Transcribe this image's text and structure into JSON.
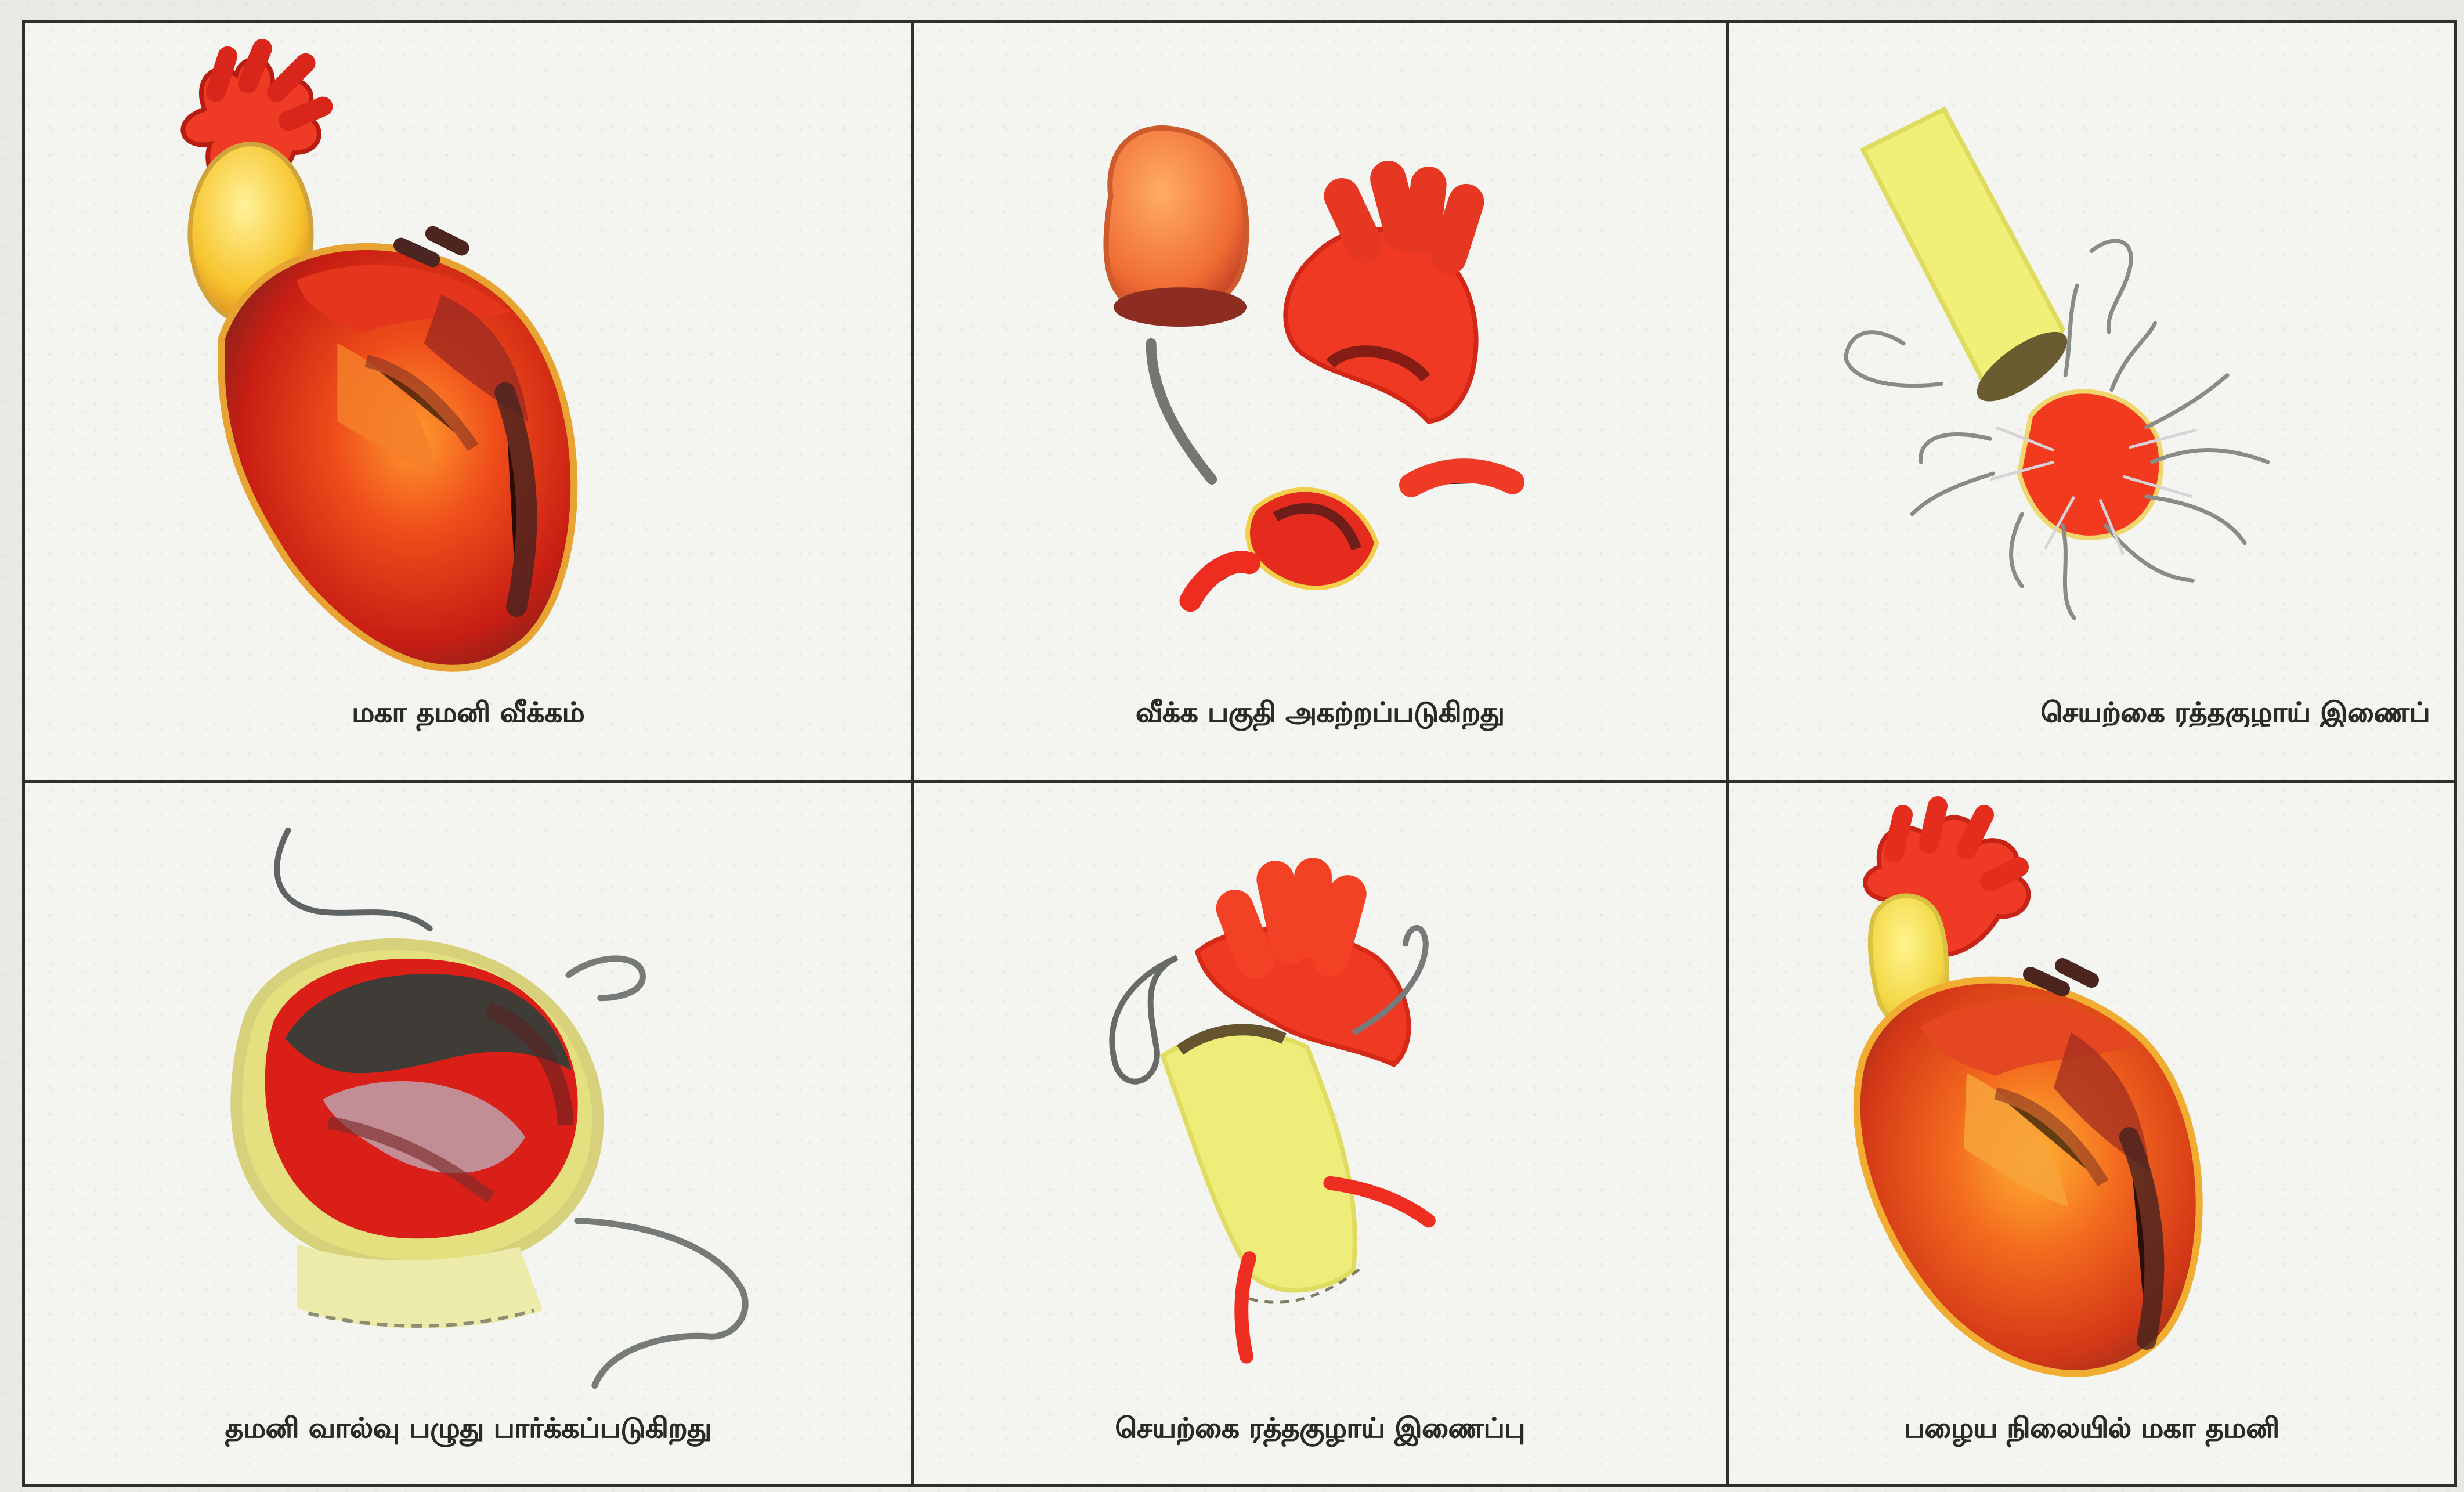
{
  "panels": [
    {
      "caption": "மகா தமனி வீக்கம்",
      "image_subject": "heart-with-swollen-aorta"
    },
    {
      "caption": "வீக்க பகுதி அகற்றப்படுகிறது",
      "image_subject": "aneurysm-section-removed"
    },
    {
      "caption": "செயற்கை ரத்தகுழாய் இணைப்",
      "image_subject": "graft-tube-being-sutured"
    },
    {
      "caption": "தமனி வால்வு பழுது பார்க்கப்படுகிறது",
      "image_subject": "valve-repair-with-suture"
    },
    {
      "caption": "செயற்கை ரத்தகுழாய் இணைப்பு",
      "image_subject": "graft-attached-to-aortic-arch"
    },
    {
      "caption": "பழைய நிலையில் மகா தமனி",
      "image_subject": "heart-with-repaired-aorta"
    }
  ],
  "colors": {
    "grid_line": "#2f302c",
    "paper": "#f4f4f1",
    "heart_red": "#d72417",
    "heart_orange": "#f06a1b",
    "graft_yellow": "#f4f080",
    "shadow": "#5a3028",
    "suture": "#6f7170"
  }
}
